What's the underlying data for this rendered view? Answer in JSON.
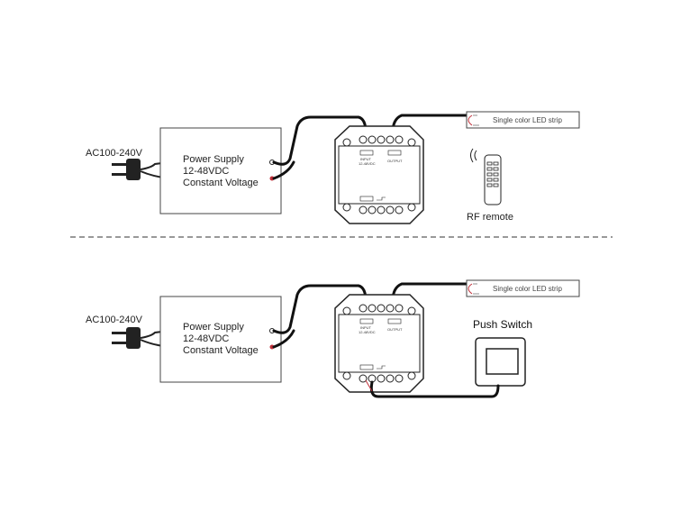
{
  "diagram_top": {
    "ac_label": "AC100-240V",
    "psu": {
      "line1": "Power Supply",
      "line2": "12-48VDC",
      "line3": "Constant Voltage"
    },
    "controller": {
      "input_label": "INPUT",
      "input_voltage": "12-48VDC",
      "output_label": "OUTPUT"
    },
    "led_strip_label": "Single color LED strip",
    "remote_label": "RF remote"
  },
  "diagram_bottom": {
    "ac_label": "AC100-240V",
    "psu": {
      "line1": "Power Supply",
      "line2": "12-48VDC",
      "line3": "Constant Voltage"
    },
    "controller": {
      "input_label": "INPUT",
      "input_voltage": "12-48VDC",
      "output_label": "OUTPUT"
    },
    "led_strip_label": "Single color LED strip",
    "switch_label": "Push Switch"
  },
  "colors": {
    "wire": "#111111",
    "accent_wire": "#c0303a"
  }
}
